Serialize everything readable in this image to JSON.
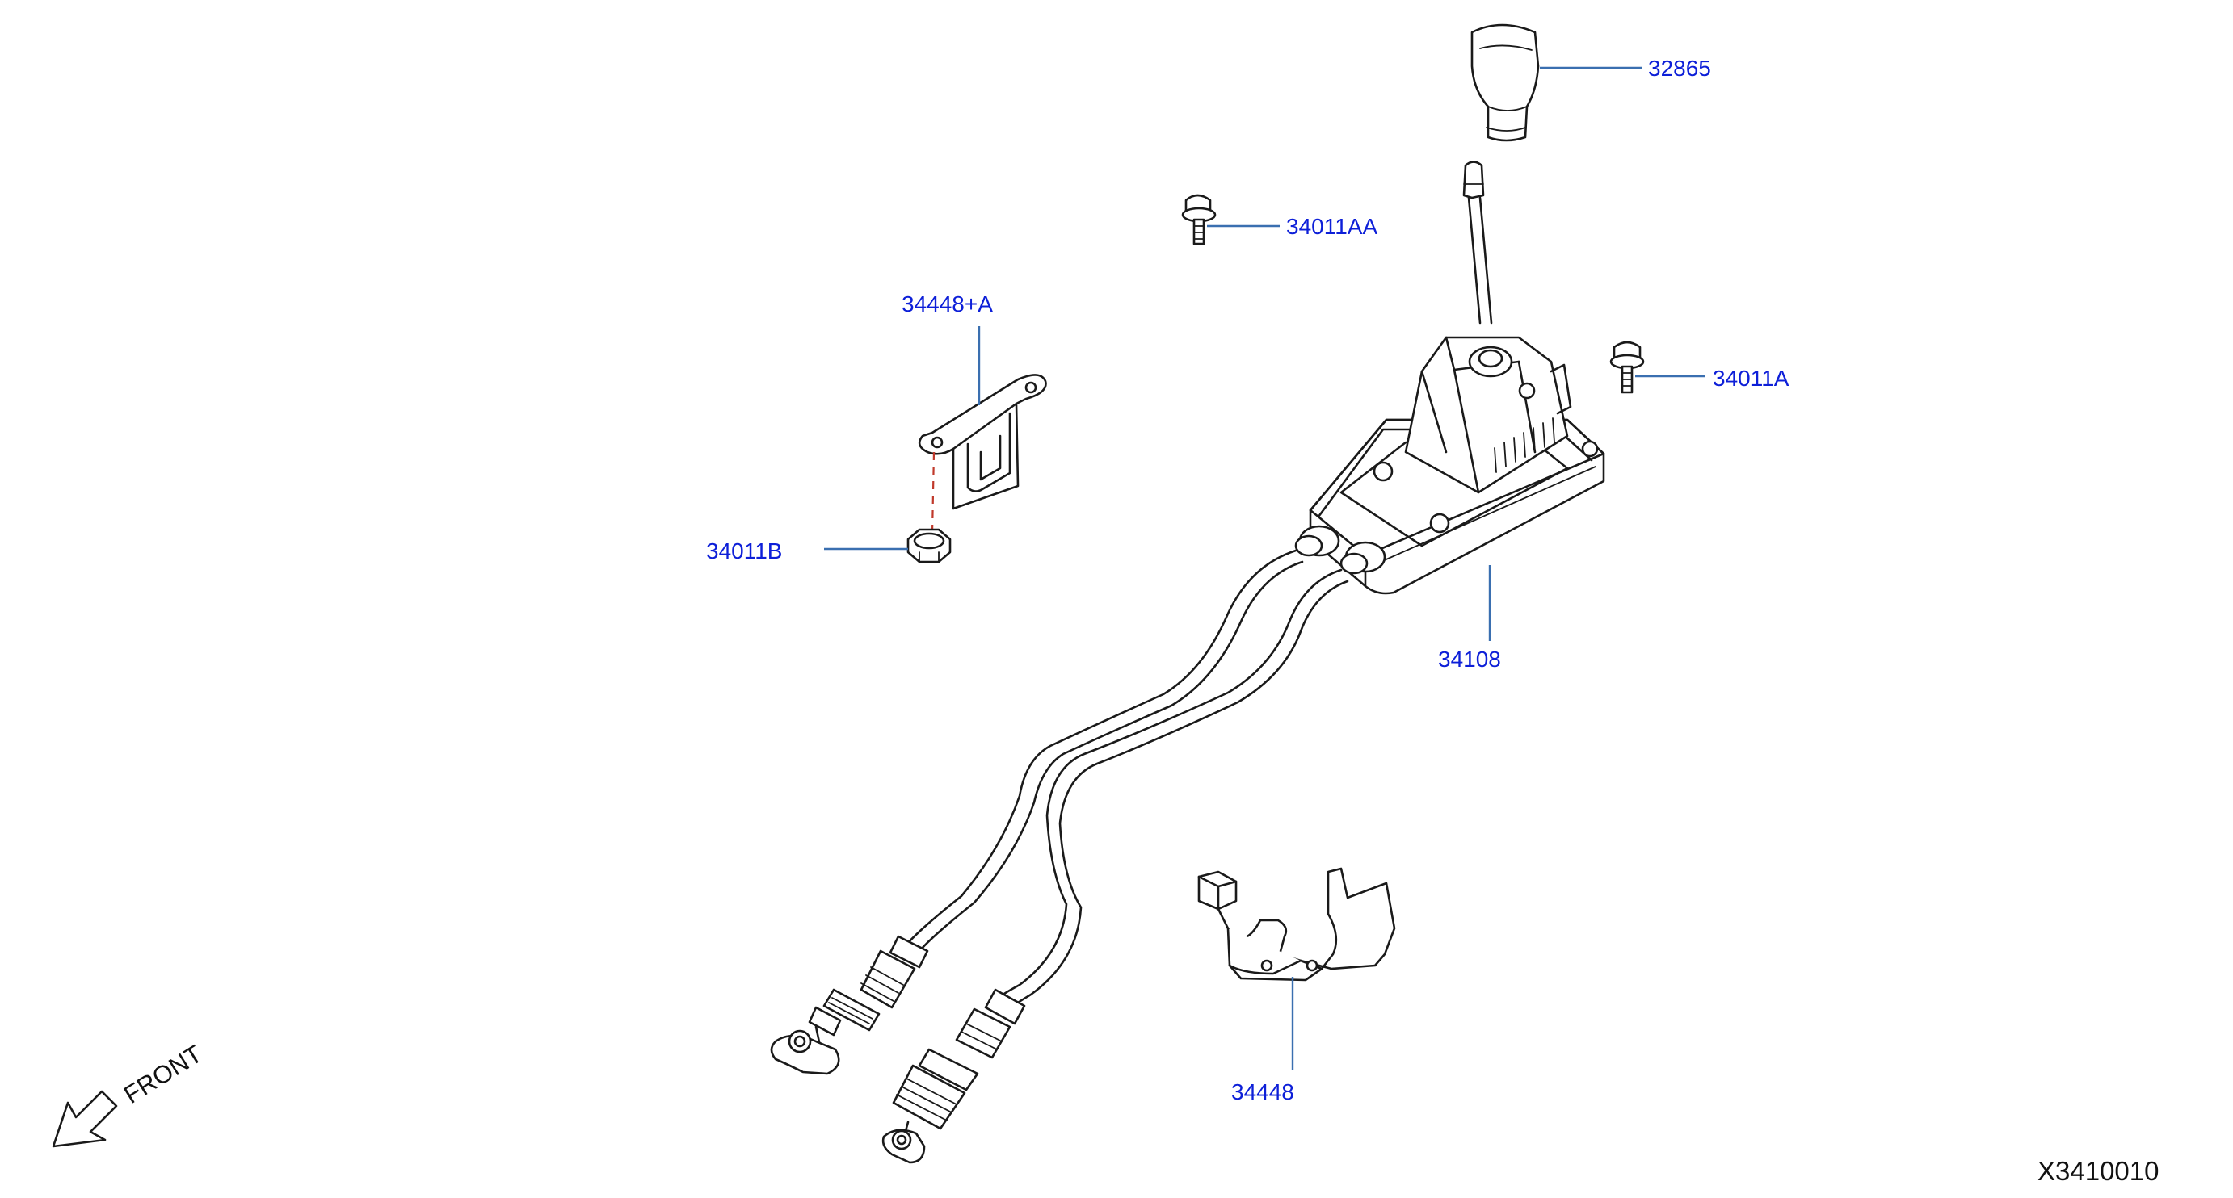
{
  "colors": {
    "callout_text": "#0d1fd8",
    "leader_line": "#3a6fb0",
    "hidden_line": "#c0392b",
    "part_outline": "#1a1a1a"
  },
  "callouts": {
    "knob": "32865",
    "bolt_upper": "34011AA",
    "bolt_right": "34011A",
    "bracket_upper": "34448+A",
    "nut": "34011B",
    "shifter_assembly": "34108",
    "bracket_lower": "34448"
  },
  "front_label": "FRONT",
  "diagram_id": "X3410010"
}
